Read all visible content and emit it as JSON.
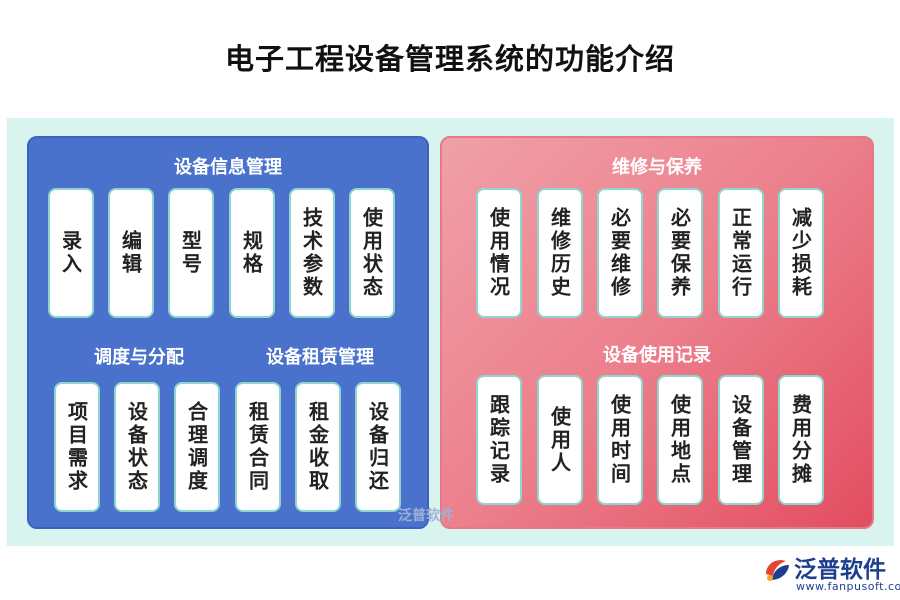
{
  "title": "电子工程设备管理系统的功能介绍",
  "left_panel": {
    "top_section": {
      "title": "设备信息管理",
      "items": [
        "录入",
        "编辑",
        "型号",
        "规格",
        "技术参数",
        "使用状态"
      ]
    },
    "bottom_left_section": {
      "title": "调度与分配",
      "items": [
        "项目需求",
        "设备状态",
        "合理调度"
      ]
    },
    "bottom_right_section": {
      "title": "设备租赁管理",
      "items": [
        "租赁合同",
        "租金收取",
        "设备归还"
      ]
    }
  },
  "right_panel": {
    "top_section": {
      "title": "维修与保养",
      "items": [
        "使用情况",
        "维修历史",
        "必要维修",
        "必要保养",
        "正常运行",
        "减少损耗"
      ]
    },
    "bottom_section": {
      "title": "设备使用记录",
      "items": [
        "跟踪记录",
        "使用人",
        "使用时间",
        "使用地点",
        "设备管理",
        "费用分摊"
      ]
    }
  },
  "watermark": "泛普软件",
  "logo": {
    "name": "泛普软件",
    "url": "www.fanpusoft.com"
  },
  "colors": {
    "left_panel": "#4a72cc",
    "right_panel": "#e24d60",
    "background": "#d9f3ef",
    "card_border": "#8fd6cc"
  }
}
